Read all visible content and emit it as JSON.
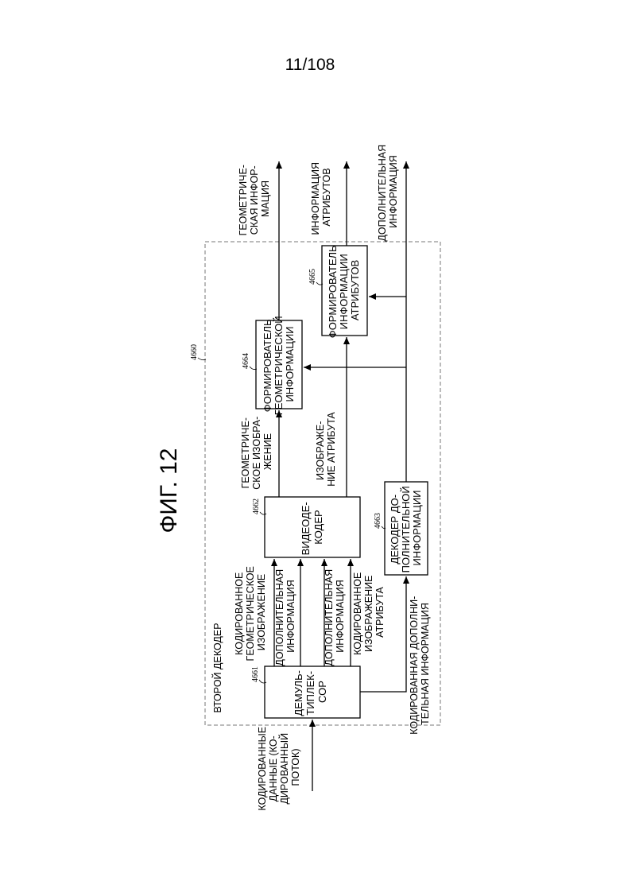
{
  "page_number": "11/108",
  "figure_title": "ФИГ. 12",
  "outer_block": {
    "ref": "4660",
    "label": "ВТОРОЙ ДЕКОДЕР"
  },
  "blocks": {
    "demux": {
      "ref": "4661",
      "lines": [
        "ДЕМУЛЬ-",
        "ТИПЛЕК-",
        "СОР"
      ]
    },
    "video_decoder": {
      "ref": "4662",
      "lines": [
        "ВИДЕОДЕ-",
        "КОДЕР"
      ]
    },
    "aux_decoder": {
      "ref": "4663",
      "lines": [
        "ДЕКОДЕР ДО-",
        "ПОЛНИТЕЛЬНОЙ",
        "ИНФОРМАЦИИ"
      ]
    },
    "geometry_generator": {
      "ref": "4664",
      "lines": [
        "ФОРМИРОВАТЕЛЬ",
        "ГЕОМЕТРИЧЕСКОЙ",
        "ИНФОРМАЦИИ"
      ]
    },
    "attribute_generator": {
      "ref": "4665",
      "lines": [
        "ФОРМИРОВАТЕЛЬ",
        "ИНФОРМАЦИИ",
        "АТРИБУТОВ"
      ]
    }
  },
  "signals": {
    "input": [
      "КОДИРОВАННЫЕ",
      "ДАННЫЕ (КО-",
      "ДИРОВАННЫЙ",
      "ПОТОК)"
    ],
    "encoded_geometry_image": [
      "КОДИРОВАННОЕ",
      "ГЕОМЕТРИЧЕСКОЕ",
      "ИЗОБРАЖЕНИЕ"
    ],
    "aux_info_1": [
      "ДОПОЛНИТЕЛЬНАЯ",
      "ИНФОРМАЦИЯ"
    ],
    "aux_info_2": [
      "ДОПОЛНИТЕЛЬНАЯ",
      "ИНФОРМАЦИЯ"
    ],
    "encoded_attribute_image": [
      "КОДИРОВАННОЕ",
      "ИЗОБРАЖЕНИЕ",
      "АТРИБУТА"
    ],
    "encoded_aux_info": [
      "КОДИРОВАННАЯ ДОПОЛНИ-",
      "ТЕЛЬНАЯ ИНФОРМАЦИЯ"
    ],
    "geometry_image": [
      "ГЕОМЕТРИЧЕ-",
      "СКОЕ ИЗОБРА-",
      "ЖЕНИЕ"
    ],
    "attribute_image": [
      "ИЗОБРАЖЕ-",
      "НИЕ АТРИБУТА"
    ],
    "geometry_info_out": [
      "ГЕОМЕТРИЧЕ-",
      "СКАЯ ИНФОР-",
      "МАЦИЯ"
    ],
    "attribute_info_out": [
      "ИНФОРМАЦИЯ",
      "АТРИБУТОВ"
    ],
    "aux_info_out": [
      "ДОПОЛНИТЕЛЬНАЯ",
      "ИНФОРМАЦИЯ"
    ]
  }
}
